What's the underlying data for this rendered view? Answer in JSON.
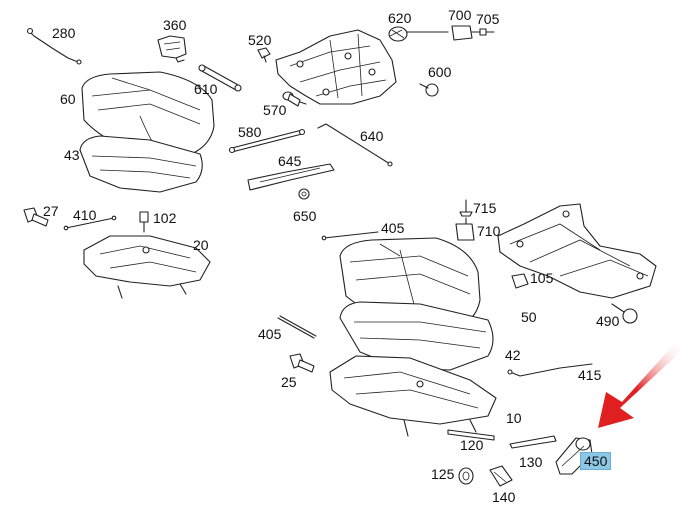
{
  "diagram": {
    "highlighted_part": "450",
    "highlight_color": "#8ec6e6",
    "arrow_color": "#e02020",
    "parts": [
      {
        "id": "p280",
        "label": "280"
      },
      {
        "id": "p360",
        "label": "360"
      },
      {
        "id": "p520",
        "label": "520"
      },
      {
        "id": "p620",
        "label": "620"
      },
      {
        "id": "p700",
        "label": "700"
      },
      {
        "id": "p705",
        "label": "705"
      },
      {
        "id": "p60",
        "label": "60"
      },
      {
        "id": "p610",
        "label": "610"
      },
      {
        "id": "p600",
        "label": "600"
      },
      {
        "id": "p570",
        "label": "570"
      },
      {
        "id": "p43",
        "label": "43"
      },
      {
        "id": "p580",
        "label": "580"
      },
      {
        "id": "p640",
        "label": "640"
      },
      {
        "id": "p645",
        "label": "645"
      },
      {
        "id": "p27",
        "label": "27"
      },
      {
        "id": "p410",
        "label": "410"
      },
      {
        "id": "p102",
        "label": "102"
      },
      {
        "id": "p650",
        "label": "650"
      },
      {
        "id": "p715",
        "label": "715"
      },
      {
        "id": "p405a",
        "label": "405"
      },
      {
        "id": "p710",
        "label": "710"
      },
      {
        "id": "p20",
        "label": "20"
      },
      {
        "id": "p105",
        "label": "105"
      },
      {
        "id": "p50",
        "label": "50"
      },
      {
        "id": "p490",
        "label": "490"
      },
      {
        "id": "p405b",
        "label": "405"
      },
      {
        "id": "p42",
        "label": "42"
      },
      {
        "id": "p25",
        "label": "25"
      },
      {
        "id": "p415",
        "label": "415"
      },
      {
        "id": "p10",
        "label": "10"
      },
      {
        "id": "p120",
        "label": "120"
      },
      {
        "id": "p130",
        "label": "130"
      },
      {
        "id": "p450",
        "label": "450"
      },
      {
        "id": "p125",
        "label": "125"
      },
      {
        "id": "p140",
        "label": "140"
      }
    ]
  }
}
